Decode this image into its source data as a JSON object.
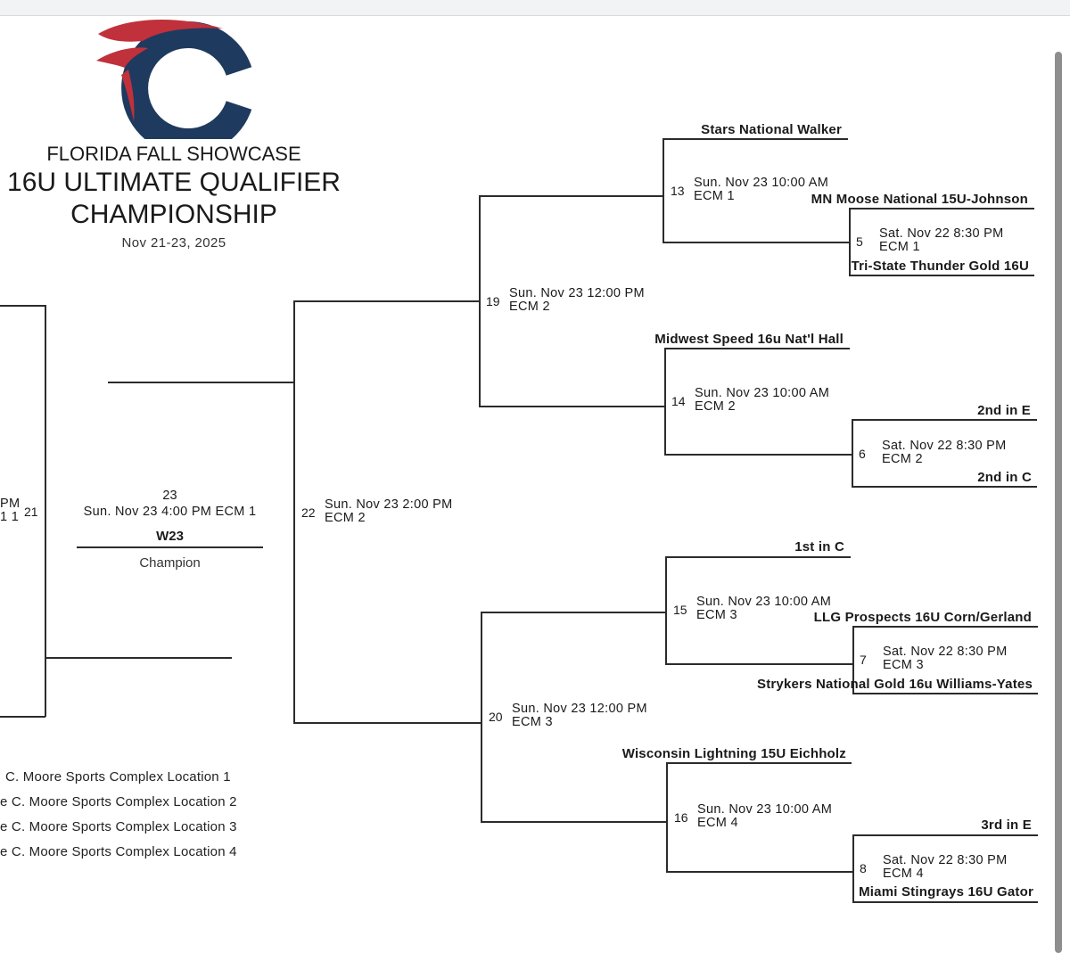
{
  "header": {
    "line1": "FLORIDA FALL SHOWCASE",
    "line2": "16U ULTIMATE QUALIFIER",
    "line3": "CHAMPIONSHIP",
    "dates": "Nov 21-23, 2025"
  },
  "colors": {
    "logo_red": "#c0313b",
    "logo_navy": "#1f3a5f",
    "line": "#2b2b2b"
  },
  "games": {
    "g5": {
      "num": "5",
      "time": "Sat. Nov 22 8:30 PM",
      "field": "ECM 1"
    },
    "g6": {
      "num": "6",
      "time": "Sat. Nov 22 8:30 PM",
      "field": "ECM 2"
    },
    "g7": {
      "num": "7",
      "time": "Sat. Nov 22 8:30 PM",
      "field": "ECM 3"
    },
    "g8": {
      "num": "8",
      "time": "Sat. Nov 22 8:30 PM",
      "field": "ECM 4"
    },
    "g13": {
      "num": "13",
      "time": "Sun. Nov 23 10:00 AM",
      "field": "ECM 1"
    },
    "g14": {
      "num": "14",
      "time": "Sun. Nov 23 10:00 AM",
      "field": "ECM 2"
    },
    "g15": {
      "num": "15",
      "time": "Sun. Nov 23 10:00 AM",
      "field": "ECM 3"
    },
    "g16": {
      "num": "16",
      "time": "Sun. Nov 23 10:00 AM",
      "field": "ECM 4"
    },
    "g19": {
      "num": "19",
      "time": "Sun. Nov 23 12:00 PM",
      "field": "ECM 2"
    },
    "g20": {
      "num": "20",
      "time": "Sun. Nov 23 12:00 PM",
      "field": "ECM 3"
    },
    "g21": {
      "num": "21",
      "partial_line1": "PM",
      "partial_line2": "1 1"
    },
    "g22": {
      "num": "22",
      "time": "Sun. Nov 23 2:00 PM",
      "field": "ECM 2"
    },
    "g23": {
      "num": "23",
      "time": "Sun. Nov 23 4:00 PM ECM 1",
      "winner": "W23",
      "label": "Champion"
    }
  },
  "teams": {
    "t13_top": "Stars National Walker",
    "t5_top": "MN Moose National 15U-Johnson",
    "t5_bot": "Tri-State Thunder Gold 16U",
    "t14_top": "Midwest Speed 16u Nat'l Hall",
    "t6_top": "2nd in E",
    "t6_bot": "2nd in C",
    "t15_top": "1st in C",
    "t7_top": "LLG Prospects 16U Corn/Gerland",
    "t7_bot": "Strykers National Gold 16u Williams-Yates",
    "t16_top": "Wisconsin Lightning 15U Eichholz",
    "t8_top": "3rd in E",
    "t8_bot": "Miami Stingrays 16U Gator"
  },
  "legend": [
    "C. Moore Sports Complex Location 1",
    "e C. Moore Sports Complex Location 2",
    "e C. Moore Sports Complex Location 3",
    "e C. Moore Sports Complex Location 4"
  ]
}
